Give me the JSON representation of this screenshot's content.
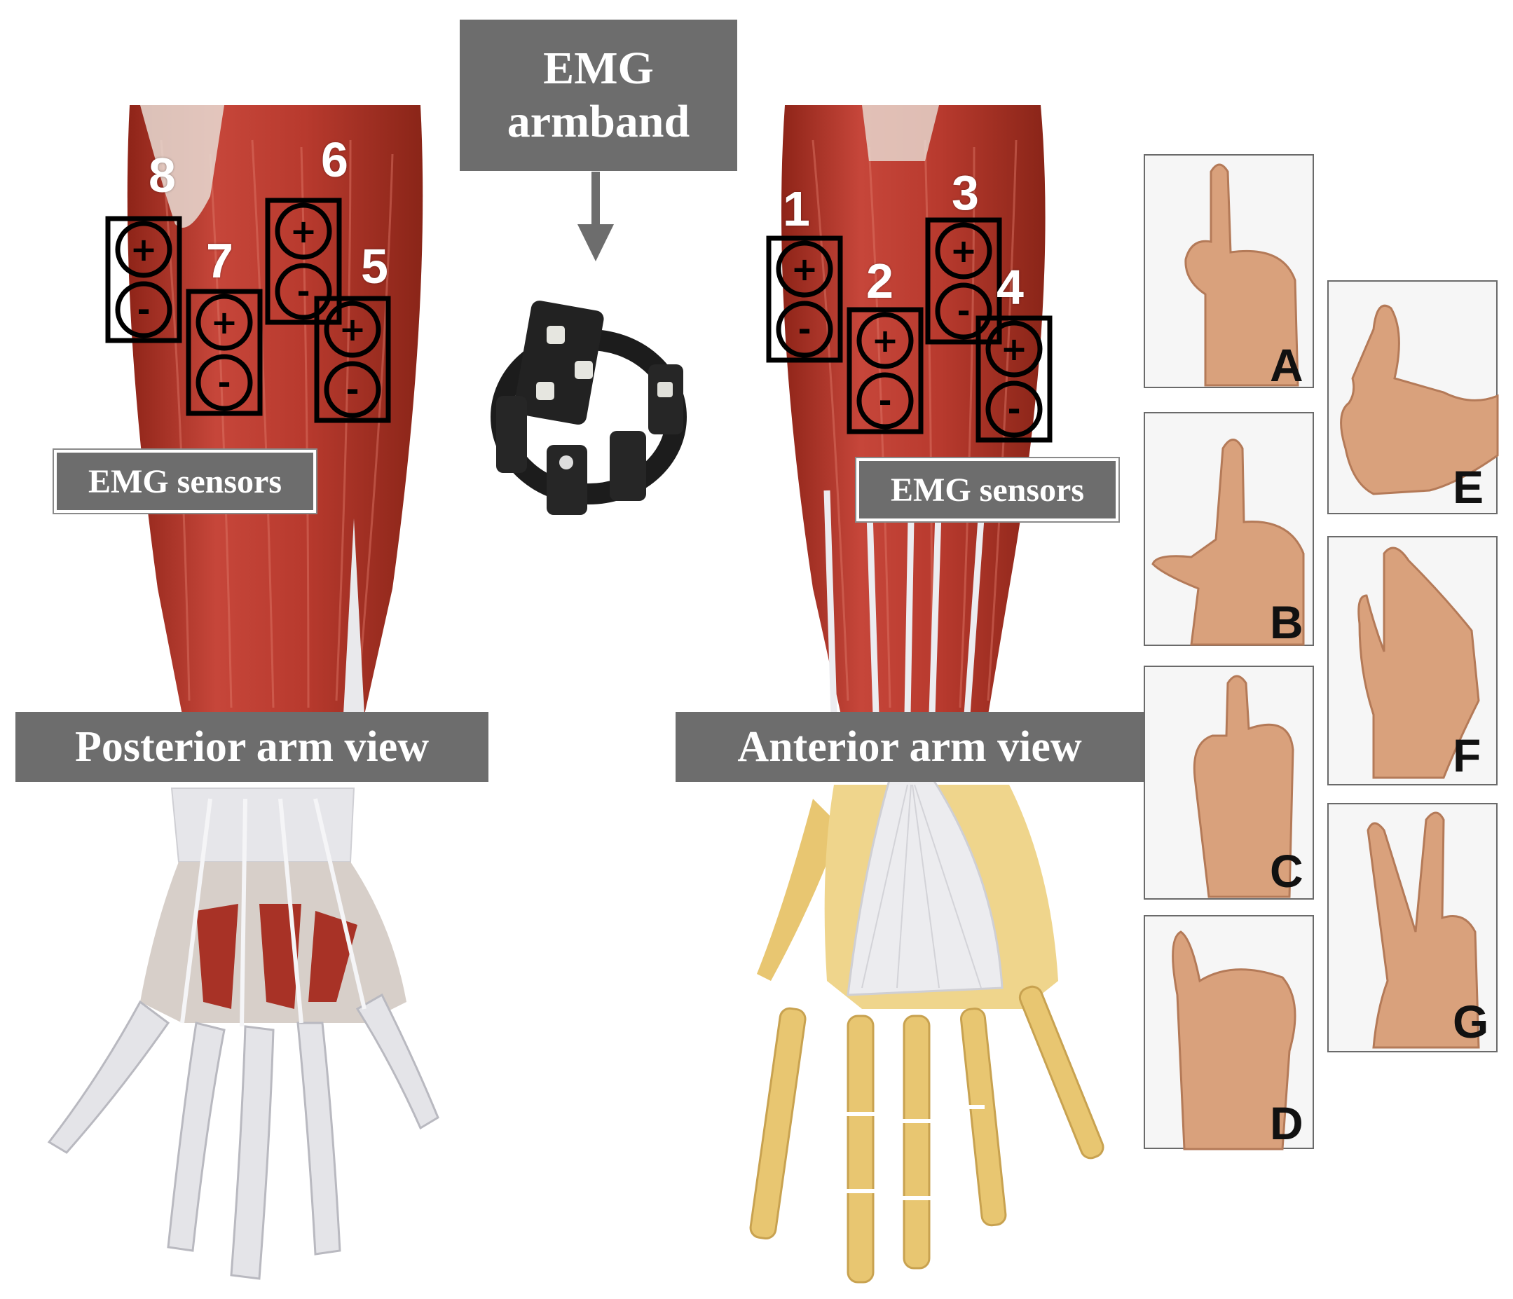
{
  "labels": {
    "armband": [
      "EMG",
      "armband"
    ],
    "sensors_left": "EMG sensors",
    "sensors_right": "EMG sensors",
    "posterior": "Posterior arm view",
    "anterior": "Anterior arm view"
  },
  "sensor_numbers": [
    "1",
    "2",
    "3",
    "4",
    "5",
    "6",
    "7",
    "8"
  ],
  "electrode_symbols": {
    "plus": "+",
    "minus": "-"
  },
  "gesture_letters": [
    "A",
    "B",
    "C",
    "D",
    "E",
    "F",
    "G"
  ],
  "colors": {
    "label_box": "#6d6d6d",
    "muscle": "#b5372b",
    "tendon": "#e9e9ec",
    "bone": "#e8c671",
    "skin": "#d9a17c"
  }
}
